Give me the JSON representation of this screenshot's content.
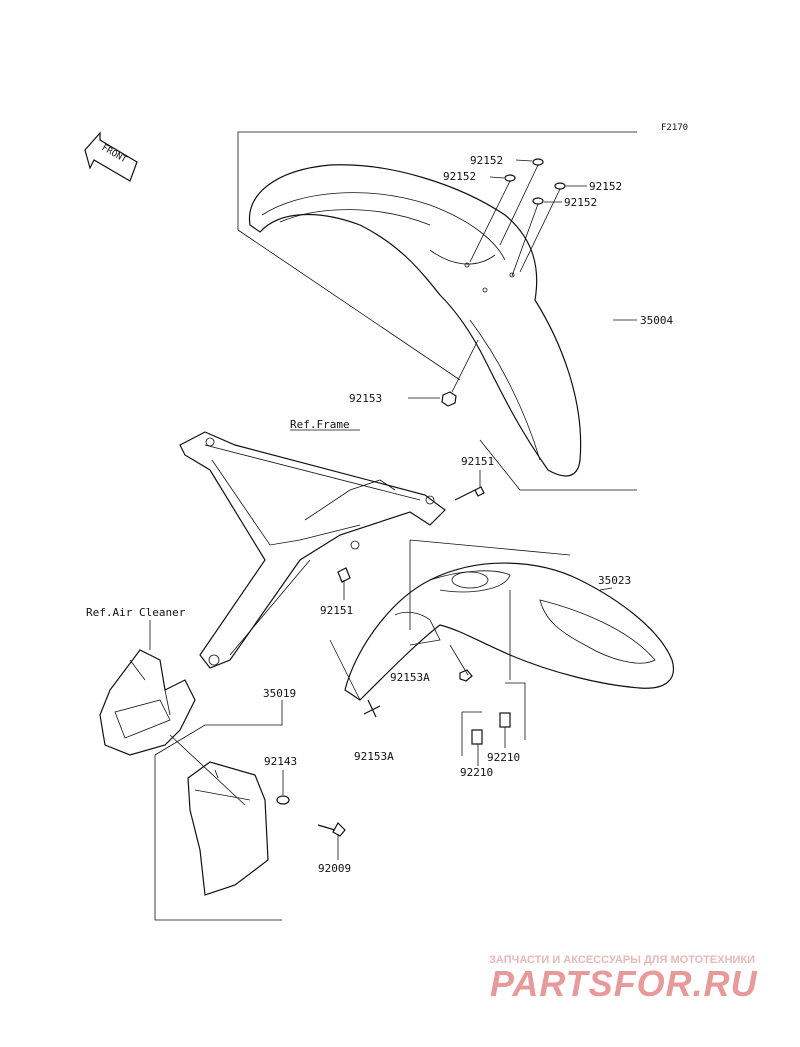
{
  "figure_code": "F2170",
  "front_marker": "FRONT",
  "references": {
    "frame": "Ref.Frame",
    "air_cleaner": "Ref.Air Cleaner"
  },
  "part_labels": {
    "p92152_a": "92152",
    "p92152_b": "92152",
    "p92152_c": "92152",
    "p92152_d": "92152",
    "p35004": "35004",
    "p92153": "92153",
    "p92151_a": "92151",
    "p92151_b": "92151",
    "p35023": "35023",
    "p92153a_a": "92153A",
    "p92153a_b": "92153A",
    "p35019": "35019",
    "p92143": "92143",
    "p92009": "92009",
    "p92210_a": "92210",
    "p92210_b": "92210"
  },
  "watermark": {
    "tagline": "ЗАПЧАСТИ И АКСЕССУАРЫ ДЛЯ МОТОТЕХНИКИ",
    "logo": "PARTSFOR.RU"
  }
}
